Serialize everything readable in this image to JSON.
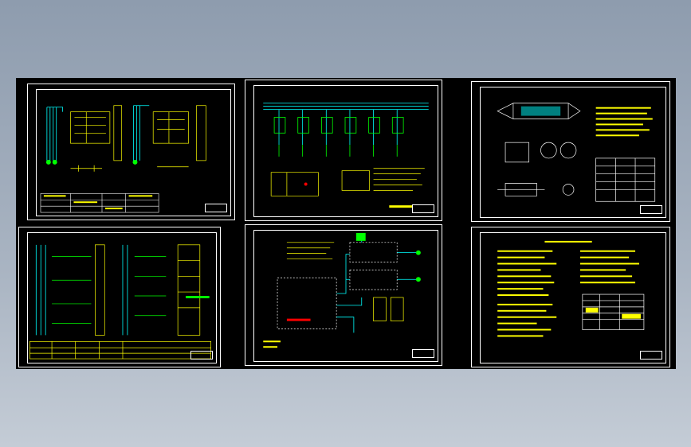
{
  "viewer": {
    "background_colors": [
      "#8e9cae",
      "#c4ccd6"
    ],
    "canvas_color": "#000000"
  },
  "sheets": [
    {
      "id": "sheet-1",
      "kind": "control-circuit-diagram"
    },
    {
      "id": "sheet-2",
      "kind": "power-distribution-diagram"
    },
    {
      "id": "sheet-3",
      "kind": "installation-detail-drawing"
    },
    {
      "id": "sheet-4",
      "kind": "control-circuit-diagram"
    },
    {
      "id": "sheet-5",
      "kind": "system-block-diagram"
    },
    {
      "id": "sheet-6",
      "kind": "design-notes-text"
    }
  ],
  "palette": {
    "frame": "#ffffff",
    "yellow": "#ffff00",
    "green": "#00ff00",
    "cyan": "#00ffff",
    "red": "#ff0000",
    "magenta": "#ff00ff"
  }
}
